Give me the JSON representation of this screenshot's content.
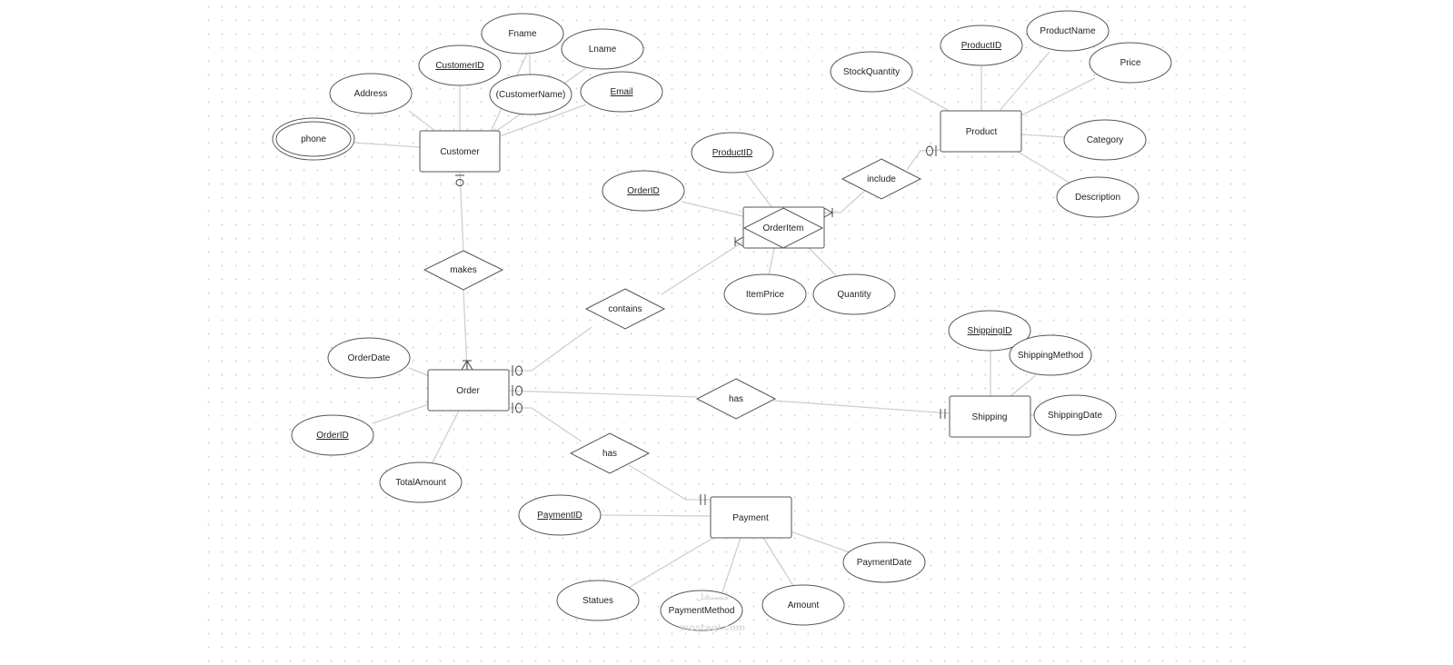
{
  "entities": {
    "customer": "Customer",
    "product": "Product",
    "order_item": "OrderItem",
    "order": "Order",
    "shipping": "Shipping",
    "payment": "Payment"
  },
  "relationships": {
    "include": "include",
    "makes": "makes",
    "contains": "contains",
    "has_shipping": "has",
    "has_payment": "has"
  },
  "attributes": {
    "customer": {
      "fname": "Fname",
      "lname": "Lname",
      "customer_id": "CustomerID",
      "address": "Address",
      "customer_name": "(CustomerName)",
      "email": "Email",
      "phone": "phone"
    },
    "product": {
      "product_id": "ProductID",
      "product_name": "ProductName",
      "stock_quantity": "StockQuantity",
      "price": "Price",
      "category": "Category",
      "description": "Description"
    },
    "order_item": {
      "product_id": "ProductID",
      "order_id": "OrderID",
      "item_price": "ItemPrice",
      "quantity": "Quantity"
    },
    "order": {
      "order_date": "OrderDate",
      "order_id": "OrderID",
      "total_amount": "TotalAmount"
    },
    "shipping": {
      "shipping_id": "ShippingID",
      "shipping_method": "ShippingMethod",
      "shipping_date": "ShippingDate"
    },
    "payment": {
      "payment_id": "PaymentID",
      "payment_date": "PaymentDate",
      "statues": "Statues",
      "payment_method": "PaymentMethod",
      "amount": "Amount"
    }
  },
  "watermark": {
    "logo_text": "مستقل",
    "domain": "mostaql.com"
  }
}
